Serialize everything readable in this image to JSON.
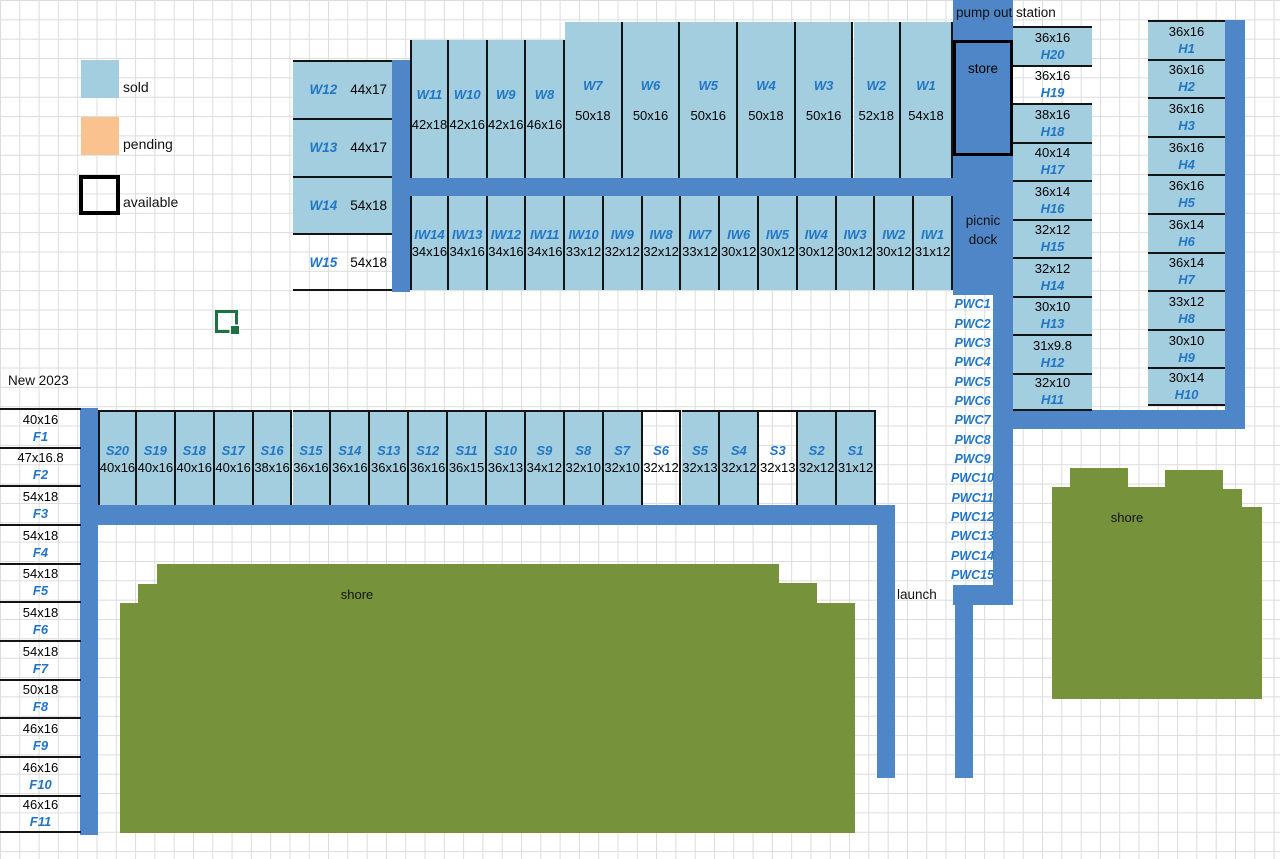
{
  "legend": {
    "sold": "sold",
    "pending": "pending",
    "available": "available"
  },
  "labels": {
    "pump_out_station": "pump out station",
    "store": "store",
    "picnic_line1": "picnic",
    "picnic_line2": "dock",
    "launch": "launch",
    "shore_main": "shore",
    "shore_right": "shore",
    "new_2023": "New 2023"
  },
  "colors": {
    "sold": "#A3CEDF",
    "pending": "#F9C28F",
    "available": "#FFFFFF",
    "dock_blue": "#4F86C8",
    "shore_green": "#76933C",
    "label_blue": "#2176C7",
    "selection_green": "#1E7145"
  },
  "slips": {
    "w_side": [
      {
        "id": "W12",
        "size": "44x17",
        "status": "sold"
      },
      {
        "id": "W13",
        "size": "44x17",
        "status": "sold"
      },
      {
        "id": "W14",
        "size": "54x18",
        "status": "sold"
      },
      {
        "id": "W15",
        "size": "54x18",
        "status": "available"
      }
    ],
    "w_upper": [
      {
        "id": "W11",
        "size": "42x18",
        "status": "sold"
      },
      {
        "id": "W10",
        "size": "42x16",
        "status": "sold"
      },
      {
        "id": "W9",
        "size": "42x16",
        "status": "sold"
      },
      {
        "id": "W8",
        "size": "46x16",
        "status": "sold"
      },
      {
        "id": "W7",
        "size": "50x18",
        "status": "sold"
      },
      {
        "id": "W6",
        "size": "50x16",
        "status": "sold"
      },
      {
        "id": "W5",
        "size": "50x16",
        "status": "sold"
      },
      {
        "id": "W4",
        "size": "50x18",
        "status": "sold"
      },
      {
        "id": "W3",
        "size": "50x16",
        "status": "sold"
      },
      {
        "id": "W2",
        "size": "52x18",
        "status": "sold"
      },
      {
        "id": "W1",
        "size": "54x18",
        "status": "sold"
      }
    ],
    "iw": [
      {
        "id": "IW14",
        "size": "34x16",
        "status": "sold"
      },
      {
        "id": "IW13",
        "size": "34x16",
        "status": "sold"
      },
      {
        "id": "IW12",
        "size": "34x16",
        "status": "sold"
      },
      {
        "id": "IW11",
        "size": "34x16",
        "status": "sold"
      },
      {
        "id": "IW10",
        "size": "33x12",
        "status": "sold"
      },
      {
        "id": "IW9",
        "size": "32x12",
        "status": "sold"
      },
      {
        "id": "IW8",
        "size": "32x12",
        "status": "sold"
      },
      {
        "id": "IW7",
        "size": "33x12",
        "status": "sold"
      },
      {
        "id": "IW6",
        "size": "30x12",
        "status": "sold"
      },
      {
        "id": "IW5",
        "size": "30x12",
        "status": "sold"
      },
      {
        "id": "IW4",
        "size": "30x12",
        "status": "sold"
      },
      {
        "id": "IW3",
        "size": "30x12",
        "status": "sold"
      },
      {
        "id": "IW2",
        "size": "30x12",
        "status": "sold"
      },
      {
        "id": "IW1",
        "size": "31x12",
        "status": "sold"
      }
    ],
    "s": [
      {
        "id": "S20",
        "size": "40x16",
        "status": "sold"
      },
      {
        "id": "S19",
        "size": "40x16",
        "status": "sold"
      },
      {
        "id": "S18",
        "size": "40x16",
        "status": "sold"
      },
      {
        "id": "S17",
        "size": "40x16",
        "status": "sold"
      },
      {
        "id": "S16",
        "size": "38x16",
        "status": "sold"
      },
      {
        "id": "S15",
        "size": "36x16",
        "status": "sold"
      },
      {
        "id": "S14",
        "size": "36x16",
        "status": "sold"
      },
      {
        "id": "S13",
        "size": "36x16",
        "status": "sold"
      },
      {
        "id": "S12",
        "size": "36x16",
        "status": "sold"
      },
      {
        "id": "S11",
        "size": "36x15",
        "status": "sold"
      },
      {
        "id": "S10",
        "size": "36x13",
        "status": "sold"
      },
      {
        "id": "S9",
        "size": "34x12",
        "status": "sold"
      },
      {
        "id": "S8",
        "size": "32x10",
        "status": "sold"
      },
      {
        "id": "S7",
        "size": "32x10",
        "status": "sold"
      },
      {
        "id": "S6",
        "size": "32x12",
        "status": "available"
      },
      {
        "id": "S5",
        "size": "32x13",
        "status": "sold"
      },
      {
        "id": "S4",
        "size": "32x12",
        "status": "sold"
      },
      {
        "id": "S3",
        "size": "32x13",
        "status": "available"
      },
      {
        "id": "S2",
        "size": "32x12",
        "status": "sold"
      },
      {
        "id": "S1",
        "size": "31x12",
        "status": "sold"
      }
    ],
    "f": [
      {
        "id": "F1",
        "size": "40x16",
        "status": "available"
      },
      {
        "id": "F2",
        "size": "47x16.8",
        "status": "available"
      },
      {
        "id": "F3",
        "size": "54x18",
        "status": "available"
      },
      {
        "id": "F4",
        "size": "54x18",
        "status": "available"
      },
      {
        "id": "F5",
        "size": "54x18",
        "status": "available"
      },
      {
        "id": "F6",
        "size": "54x18",
        "status": "available"
      },
      {
        "id": "F7",
        "size": "54x18",
        "status": "available"
      },
      {
        "id": "F8",
        "size": "50x18",
        "status": "available"
      },
      {
        "id": "F9",
        "size": "46x16",
        "status": "available"
      },
      {
        "id": "F10",
        "size": "46x16",
        "status": "available"
      },
      {
        "id": "F11",
        "size": "46x16",
        "status": "available"
      }
    ],
    "h_left": [
      {
        "id": "H20",
        "size": "36x16",
        "status": "sold"
      },
      {
        "id": "H19",
        "size": "36x16",
        "status": "available"
      },
      {
        "id": "H18",
        "size": "38x16",
        "status": "sold"
      },
      {
        "id": "H17",
        "size": "40x14",
        "status": "sold"
      },
      {
        "id": "H16",
        "size": "36x14",
        "status": "sold"
      },
      {
        "id": "H15",
        "size": "32x12",
        "status": "sold"
      },
      {
        "id": "H14",
        "size": "32x12",
        "status": "sold"
      },
      {
        "id": "H13",
        "size": "30x10",
        "status": "sold"
      },
      {
        "id": "H12",
        "size": "31x9.8",
        "status": "sold"
      },
      {
        "id": "H11",
        "size": "32x10",
        "status": "sold"
      }
    ],
    "h_right": [
      {
        "id": "H1",
        "size": "36x16",
        "status": "sold"
      },
      {
        "id": "H2",
        "size": "36x16",
        "status": "sold"
      },
      {
        "id": "H3",
        "size": "36x16",
        "status": "sold"
      },
      {
        "id": "H4",
        "size": "36x16",
        "status": "sold"
      },
      {
        "id": "H5",
        "size": "36x16",
        "status": "sold"
      },
      {
        "id": "H6",
        "size": "36x14",
        "status": "sold"
      },
      {
        "id": "H7",
        "size": "36x14",
        "status": "sold"
      },
      {
        "id": "H8",
        "size": "33x12",
        "status": "sold"
      },
      {
        "id": "H9",
        "size": "30x10",
        "status": "sold"
      },
      {
        "id": "H10",
        "size": "30x14",
        "status": "sold"
      }
    ],
    "pwc": [
      {
        "id": "PWC1"
      },
      {
        "id": "PWC2"
      },
      {
        "id": "PWC3"
      },
      {
        "id": "PWC4"
      },
      {
        "id": "PWC5"
      },
      {
        "id": "PWC6"
      },
      {
        "id": "PWC7"
      },
      {
        "id": "PWC8"
      },
      {
        "id": "PWC9"
      },
      {
        "id": "PWC10"
      },
      {
        "id": "PWC11"
      },
      {
        "id": "PWC12"
      },
      {
        "id": "PWC13"
      },
      {
        "id": "PWC14"
      },
      {
        "id": "PWC15"
      }
    ]
  }
}
